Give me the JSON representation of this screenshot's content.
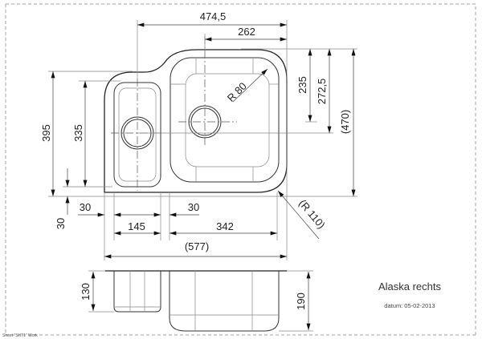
{
  "drawing": {
    "title": "Alaska rechts",
    "date_label": "datum: 05-02-2013",
    "sheet_label": "Sheet \"SHT1\" Work"
  },
  "dimensions": {
    "top_overall_width": "474,5",
    "top_large_bowl_width": "262",
    "radius_corner": "R 80",
    "right_235": "235",
    "right_272_5": "272,5",
    "right_overall": "(470)",
    "left_overall_height": "395",
    "left_small_bowl_height": "335",
    "bottom_left_offset": "30",
    "bottom_left_vertical_offset": "30",
    "small_bowl_width": "145",
    "gap_between_bowls": "30",
    "large_bowl_width": "342",
    "overall_width": "(577)",
    "outer_radius": "(R 110)",
    "small_bowl_depth": "130",
    "large_bowl_depth": "190"
  }
}
